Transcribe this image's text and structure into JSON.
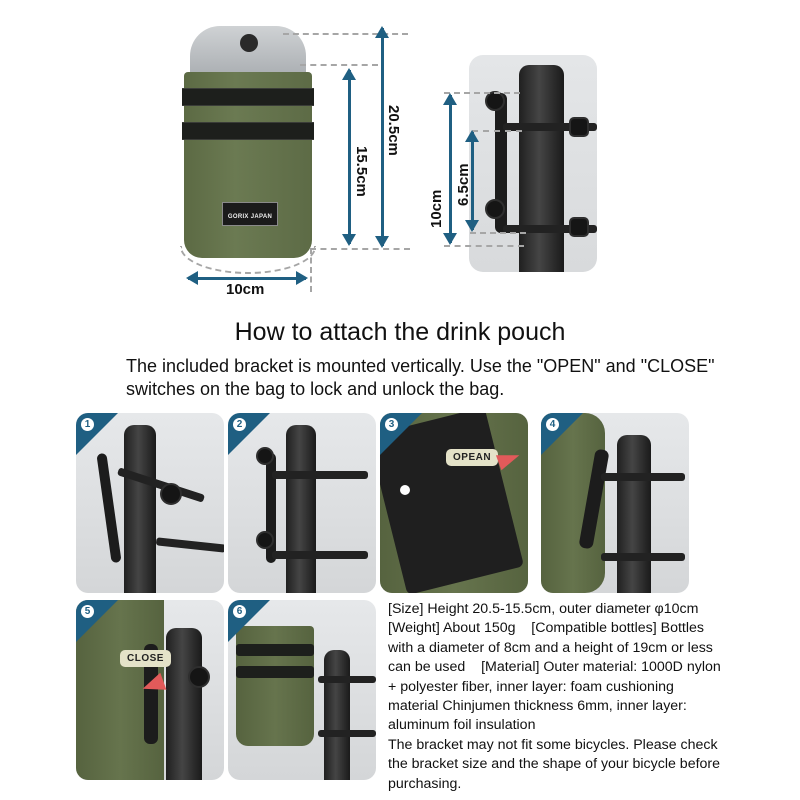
{
  "diagram": {
    "pouch_logo": "GORIX JAPAN",
    "dimensions": {
      "total_height": "20.5cm",
      "body_height": "15.5cm",
      "diameter": "10cm",
      "bracket_total": "10cm",
      "bracket_spacing": "6.5cm"
    },
    "accent_color": "#1f5f82"
  },
  "title": "How to attach the drink pouch",
  "intro": "The included bracket is mounted vertically. Use the \"OPEN\" and \"CLOSE\" switches on the bag to lock and unlock the bag.",
  "steps": [
    {
      "number": "1"
    },
    {
      "number": "2"
    },
    {
      "number": "3",
      "tag": "OPEAN"
    },
    {
      "number": "4"
    },
    {
      "number": "5",
      "tag": "CLOSE"
    },
    {
      "number": "6"
    }
  ],
  "specs": {
    "line1": "[Size] Height 20.5-15.5cm, outer diameter φ10cm    [Weight] About 150g    [Compatible bottles] Bottles with a diameter of 8cm and a height of 19cm or less can be used    [Material] Outer material: 1000D nylon + polyester fiber, inner layer: foam cushioning material Chinjumen thickness 6mm, inner layer: aluminum foil insulation",
    "line2": "The bracket may not fit some bicycles. Please check the bracket size and the shape of your bicycle before purchasing."
  }
}
